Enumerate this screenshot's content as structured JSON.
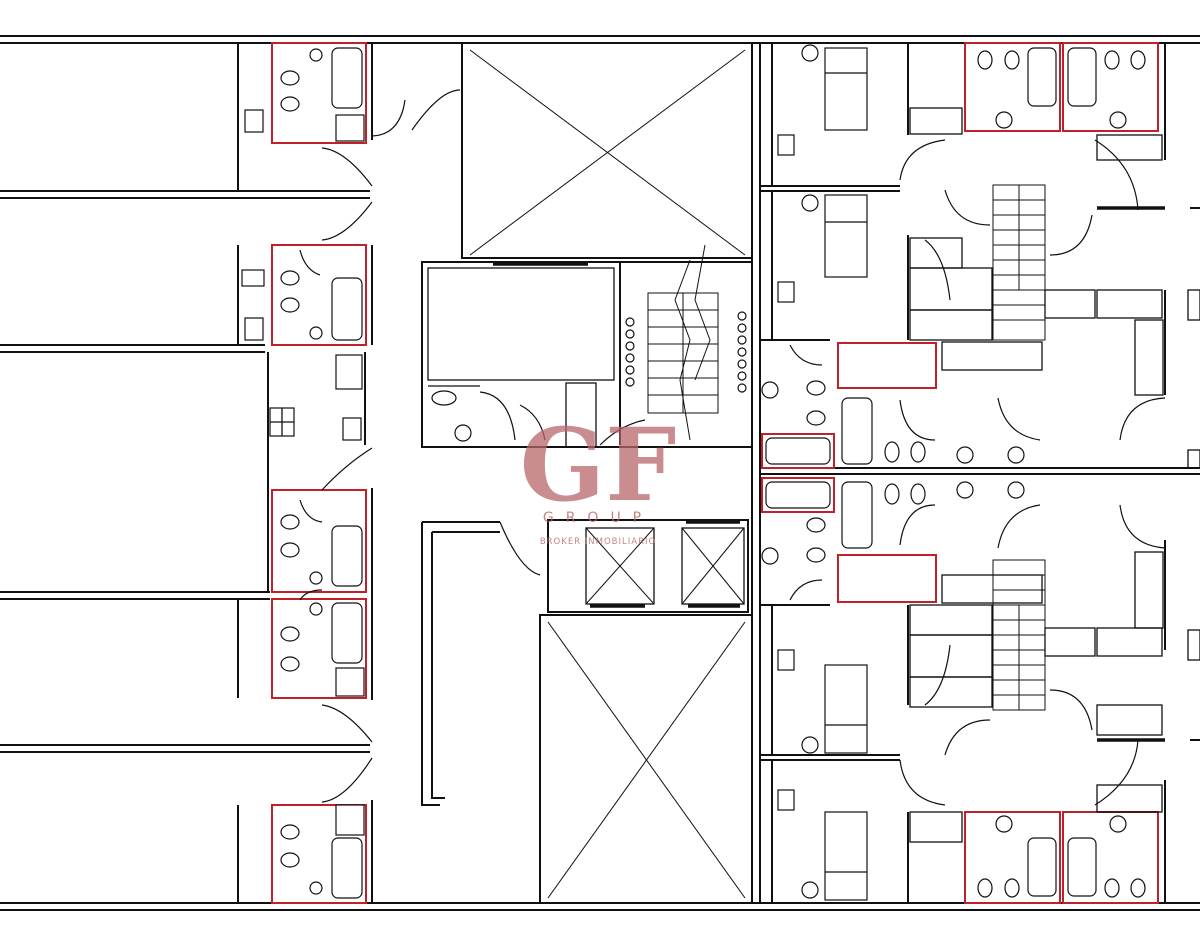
{
  "watermark": {
    "monogram": "GF",
    "line1": "GROUP",
    "line2": "BROKER INMOBILIARIO",
    "color": "#b8666a"
  },
  "colors": {
    "wall": "#111111",
    "wet_area_outline": "#c0202a",
    "background": "#ffffff"
  }
}
